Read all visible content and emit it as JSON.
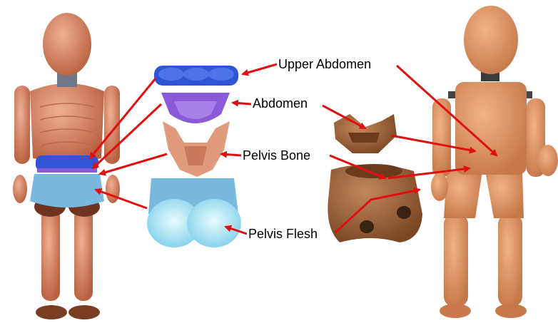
{
  "labels": {
    "upper_abdomen": "Upper Abdomen",
    "abdomen": "Abdomen",
    "pelvis_bone": "Pelvis Bone",
    "pelvis_flesh": "Pelvis Flesh"
  },
  "colors": {
    "arrow": "#e01010",
    "skin": "#d98a6a",
    "skin_dark": "#a9583c",
    "upper_abdomen_part": "#2f55d4",
    "abdomen_part": "#8a5ad8",
    "pelvis_bone_part": "#e09a7c",
    "pelvis_flesh_part": "#7ab8e0",
    "physical_dummy": "#de9868",
    "physical_parts": "#9a6038"
  }
}
